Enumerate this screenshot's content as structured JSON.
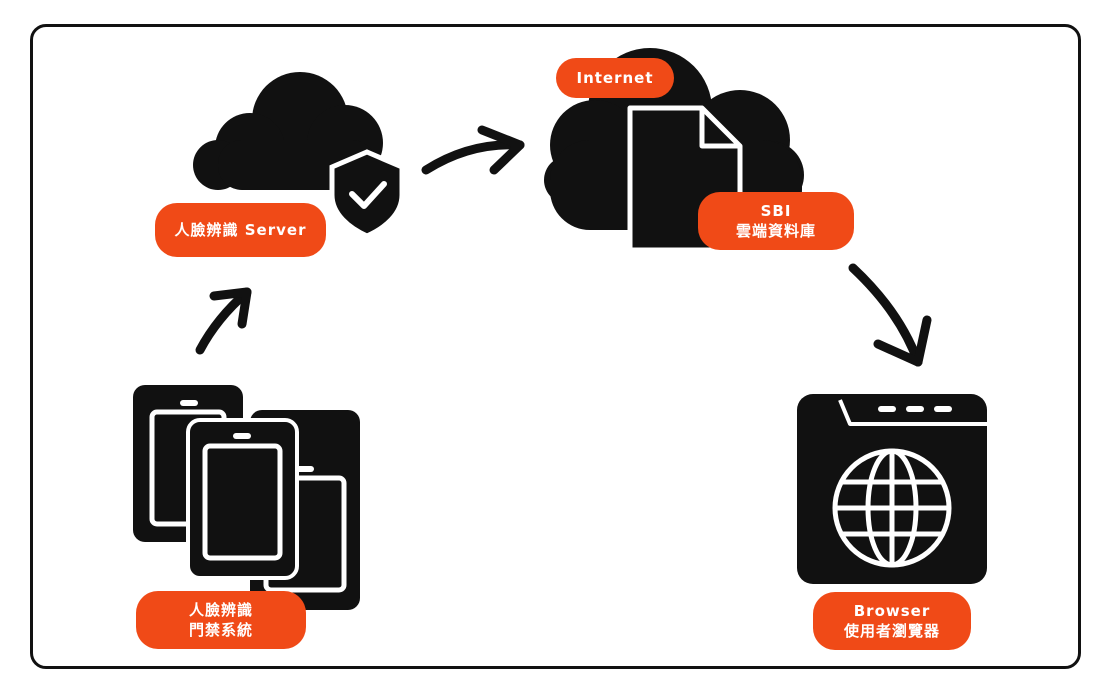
{
  "colors": {
    "accent": "#f04a17",
    "ink": "#111111",
    "background": "#ffffff"
  },
  "nodes": {
    "face_server": {
      "label": "人臉辨識 Server",
      "icon": "cloud-shield-check-icon"
    },
    "internet": {
      "label": "Internet",
      "icon": "cloud-document-icon"
    },
    "sbi_db": {
      "line1": "SBI",
      "line2": "雲端資料庫"
    },
    "access_system": {
      "line1": "人臉辨識",
      "line2": "門禁系統",
      "icon": "tablets-icon"
    },
    "browser": {
      "line1": "Browser",
      "line2": "使用者瀏覽器",
      "icon": "browser-globe-icon"
    }
  },
  "flow": [
    "access_system",
    "face_server",
    "internet",
    "browser"
  ]
}
